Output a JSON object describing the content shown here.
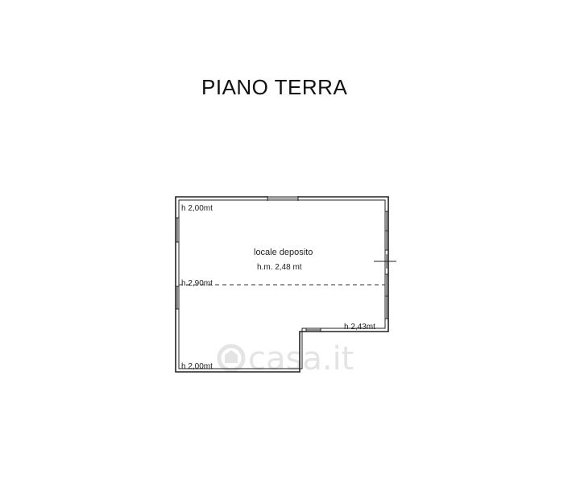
{
  "title": "PIANO TERRA",
  "room": {
    "name": "locale deposito",
    "avg_height": "h.m. 2,48 mt"
  },
  "heights": {
    "top_left": "h 2,00mt",
    "middle_left": "h.2,90mt",
    "step_right": "h 2,43mt",
    "bottom_left": "h 2,00mt"
  },
  "watermark": "casa.it"
}
